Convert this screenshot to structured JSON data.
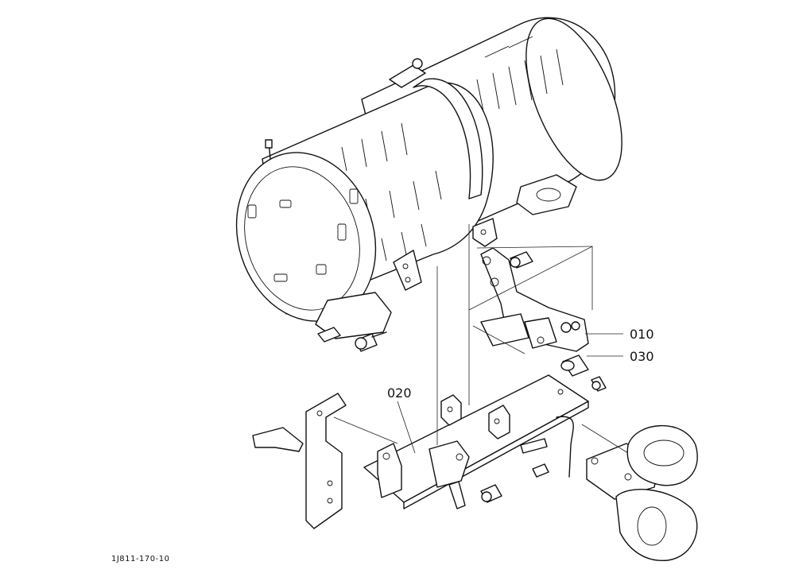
{
  "diagram": {
    "callouts": {
      "part_010": "010",
      "part_030": "030",
      "part_020": "020"
    },
    "drawing_code": "1J811-170-10",
    "line_color": "#111111",
    "background": "#ffffff"
  }
}
